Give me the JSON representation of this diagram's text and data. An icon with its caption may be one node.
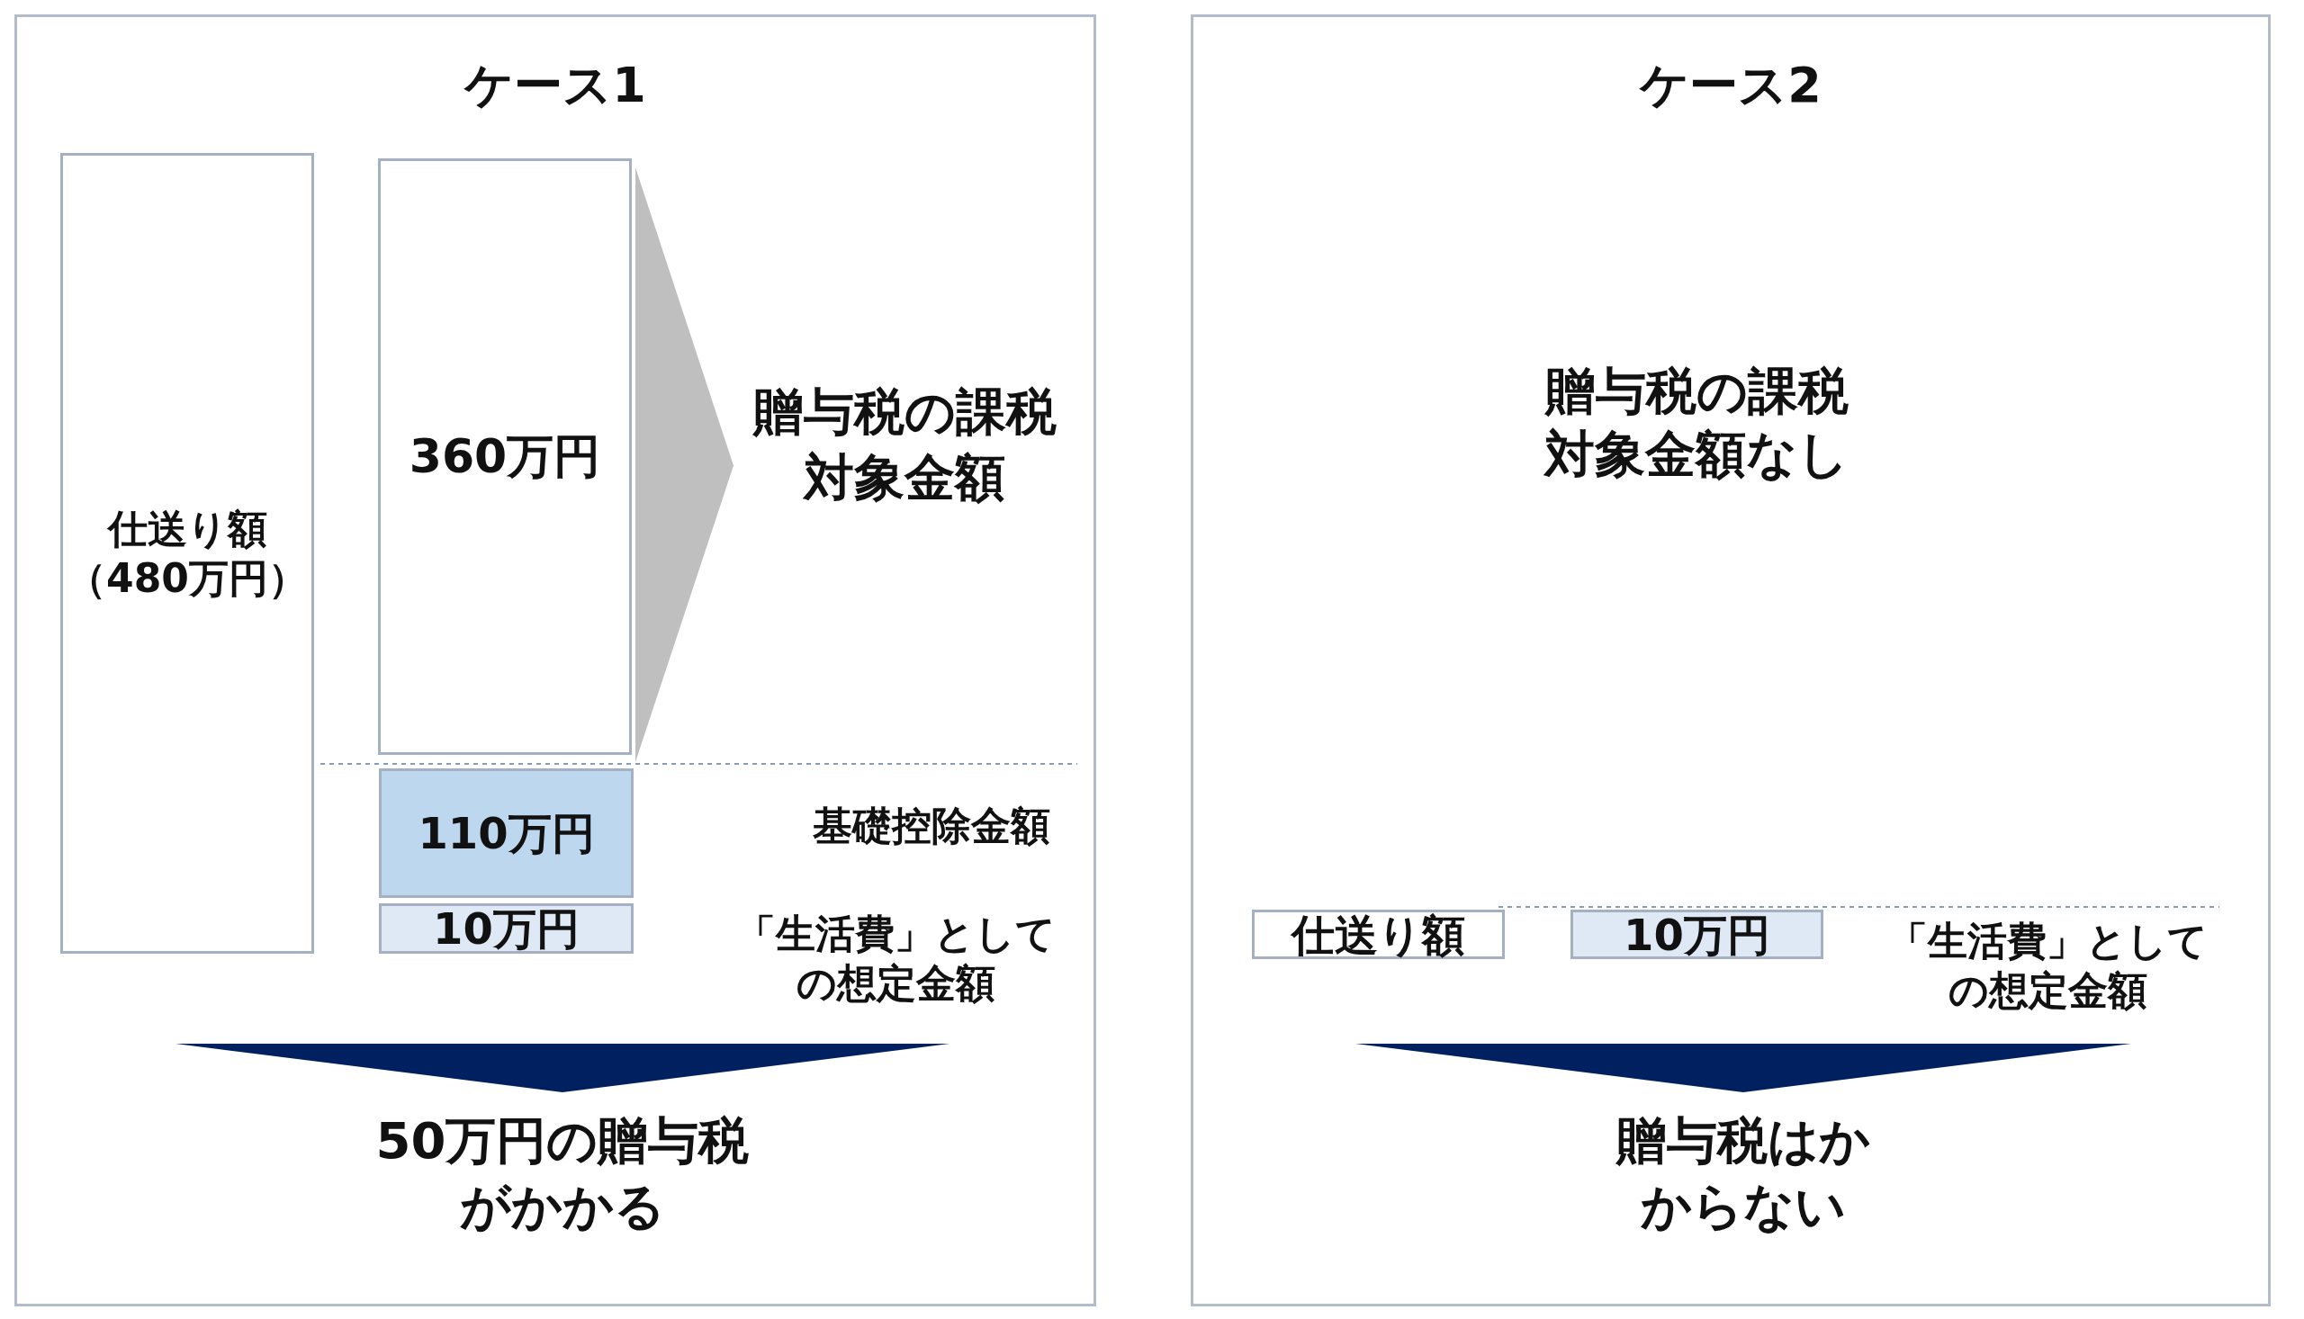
{
  "diagram": {
    "nodes": [
      {
        "text": [
          "ケース1"
        ]
      },
      {
        "text": [
          "仕送り額（480万円）"
        ],
        "in": 0
      },
      {
        "text": [
          "360万円"
        ],
        "in": 0
      },
      {
        "text": [
          "贈与税の課税対象金額"
        ],
        "in": 0
      },
      {
        "text": [
          "110万円"
        ],
        "in": 0
      },
      {
        "text": [
          "10万円"
        ],
        "in": 0
      },
      {
        "text": [
          "50万円の贈与税がかかる"
        ],
        "in": 0
      },
      {
        "text": [
          "ケース2"
        ]
      },
      {
        "text": [
          "仕送り額"
        ],
        "in": 7
      },
      {
        "text": [
          "10万円"
        ],
        "in": 7
      },
      {
        "text": [
          "贈与税はかからない"
        ],
        "in": 7
      }
    ],
    "edges": [
      {
        "from": 2,
        "to": 3,
        "arrow": "to",
        "color": "#bfbfbf"
      },
      {
        "from": null,
        "to": 6,
        "arrow": "to"
      },
      {
        "from": null,
        "to": 10,
        "arrow": "to"
      }
    ],
    "labels": [
      "基礎控除金額",
      "「生活費」としての想定金額",
      "贈与税の課税対象金額なし",
      "「生活費」としての想定金額"
    ]
  }
}
